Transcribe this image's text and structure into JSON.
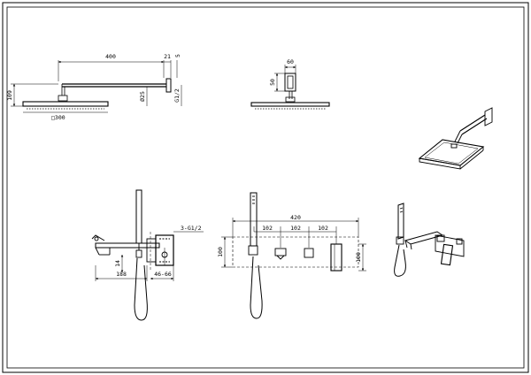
{
  "head_side": {
    "arm_length": "400",
    "flange_dim": "21",
    "wall_dim": "5",
    "height_dim": "109",
    "head_size": "□300",
    "pipe_diameter": "Ø25",
    "thread": "G1/2"
  },
  "head_front": {
    "width_dim": "60",
    "height_dim": "50"
  },
  "mixer_side": {
    "thread": "3-G1/2",
    "spout_dim": "188",
    "depth_dim": "46-66",
    "height_dim": "14"
  },
  "panel_front": {
    "total_width": "420",
    "spacing_1": "102",
    "spacing_2": "102",
    "spacing_3": "102",
    "height_left": "100",
    "height_right": "100"
  }
}
